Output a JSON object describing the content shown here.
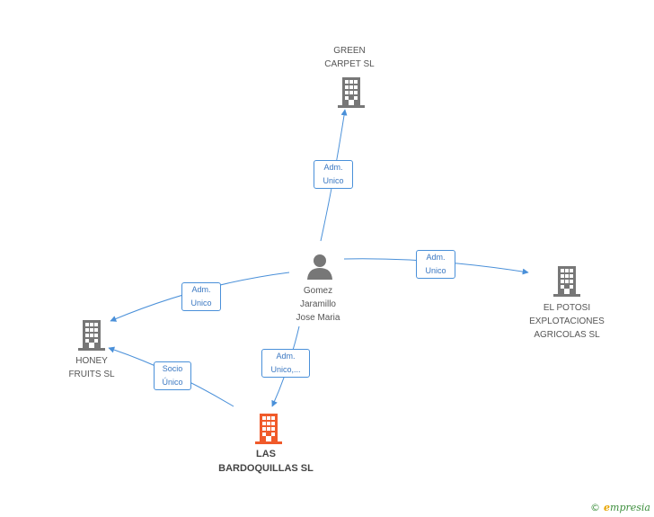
{
  "nodes": {
    "person": {
      "lines": [
        "Gomez",
        "Jaramillo",
        "Jose Maria"
      ]
    },
    "green_carpet": {
      "lines": [
        "GREEN",
        "CARPET  SL"
      ]
    },
    "el_potosi": {
      "lines": [
        "EL POTOSI",
        "EXPLOTACIONES",
        "AGRICOLAS SL"
      ]
    },
    "honey_fruits": {
      "lines": [
        "HONEY",
        "FRUITS SL"
      ]
    },
    "las_bardoquillas": {
      "lines": [
        "LAS",
        "BARDOQUILLAS SL"
      ]
    }
  },
  "edges": {
    "person_green": {
      "lines": [
        "Adm.",
        "Unico"
      ]
    },
    "person_potosi": {
      "lines": [
        "Adm.",
        "Unico"
      ]
    },
    "person_honey": {
      "lines": [
        "Adm.",
        "Unico"
      ]
    },
    "person_bardoquillas": {
      "lines": [
        "Adm.",
        "Unico,..."
      ]
    },
    "bardoquillas_honey": {
      "lines": [
        "Socio",
        "Único"
      ]
    }
  },
  "colors": {
    "edge": "#4a90d9",
    "company_icon": "#777777",
    "focus_icon": "#f05a2a",
    "person_icon": "#777777"
  },
  "watermark": {
    "copyright": "©",
    "brand_initial": "e",
    "brand_rest": "mpresia"
  }
}
